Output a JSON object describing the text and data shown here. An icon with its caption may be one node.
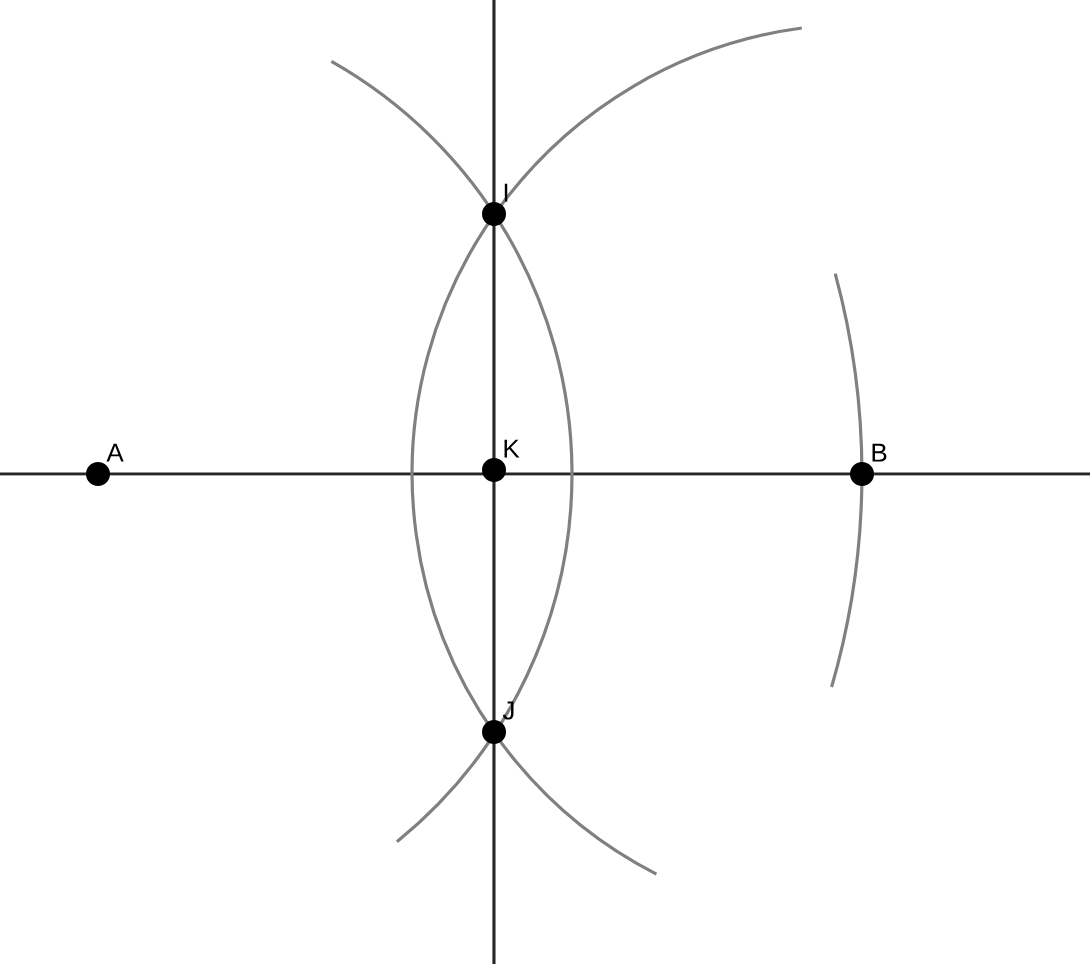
{
  "diagram": {
    "labels": [
      "I",
      "A",
      "K",
      "B",
      "J"
    ]
  }
}
